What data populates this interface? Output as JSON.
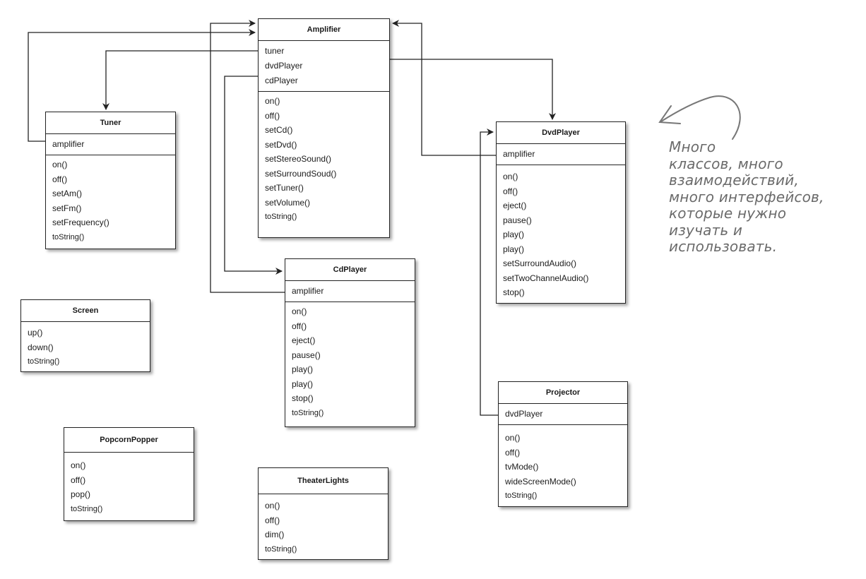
{
  "classes": {
    "amplifier": {
      "name": "Amplifier",
      "attributes": [
        "tuner",
        "dvdPlayer",
        "cdPlayer"
      ],
      "methods": [
        "on()",
        "off()",
        "setCd()",
        "setDvd()",
        "setStereoSound()",
        "setSurroundSoud()",
        "setTuner()",
        "setVolume()",
        "toString()"
      ]
    },
    "tuner": {
      "name": "Tuner",
      "attributes": [
        "amplifier"
      ],
      "methods": [
        "on()",
        "off()",
        "setAm()",
        "setFm()",
        "setFrequency()",
        "toString()"
      ]
    },
    "dvdplayer": {
      "name": "DvdPlayer",
      "attributes": [
        "amplifier"
      ],
      "methods": [
        "on()",
        "off()",
        "eject()",
        "pause()",
        "play()",
        "play()",
        "setSurroundAudio()",
        "setTwoChannelAudio()",
        "stop()"
      ]
    },
    "cdplayer": {
      "name": "CdPlayer",
      "attributes": [
        "amplifier"
      ],
      "methods": [
        "on()",
        "off()",
        "eject()",
        "pause()",
        "play()",
        "play()",
        "stop()",
        "toString()"
      ]
    },
    "screen": {
      "name": "Screen",
      "methods": [
        "up()",
        "down()",
        "toString()"
      ]
    },
    "projector": {
      "name": "Projector",
      "attributes": [
        "dvdPlayer"
      ],
      "methods": [
        "on()",
        "off()",
        "tvMode()",
        "wideScreenMode()",
        "toString()"
      ]
    },
    "popcorn": {
      "name": "PopcornPopper",
      "methods": [
        "on()",
        "off()",
        "pop()",
        "toString()"
      ]
    },
    "lights": {
      "name": "TheaterLights",
      "methods": [
        "on()",
        "off()",
        "dim()",
        "toString()"
      ]
    }
  },
  "note": {
    "lines": [
      "Много",
      "классов, много",
      "взаимодействий,",
      "много интерфейсов,",
      "которые нужно",
      "изучать и",
      "использовать."
    ]
  },
  "colors": {
    "line": "#222222",
    "note": "#6a6a6a"
  }
}
